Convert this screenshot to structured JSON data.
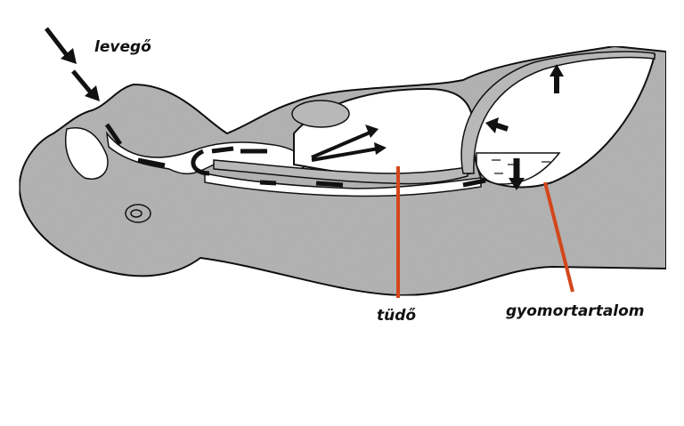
{
  "labels": {
    "air": "levegő",
    "lung": "tüdő",
    "stomach_contents": "gyomortartalom"
  },
  "colors": {
    "body_fill": "#b8b8b8",
    "outline": "#111111",
    "pointer_line": "#d4461c"
  }
}
